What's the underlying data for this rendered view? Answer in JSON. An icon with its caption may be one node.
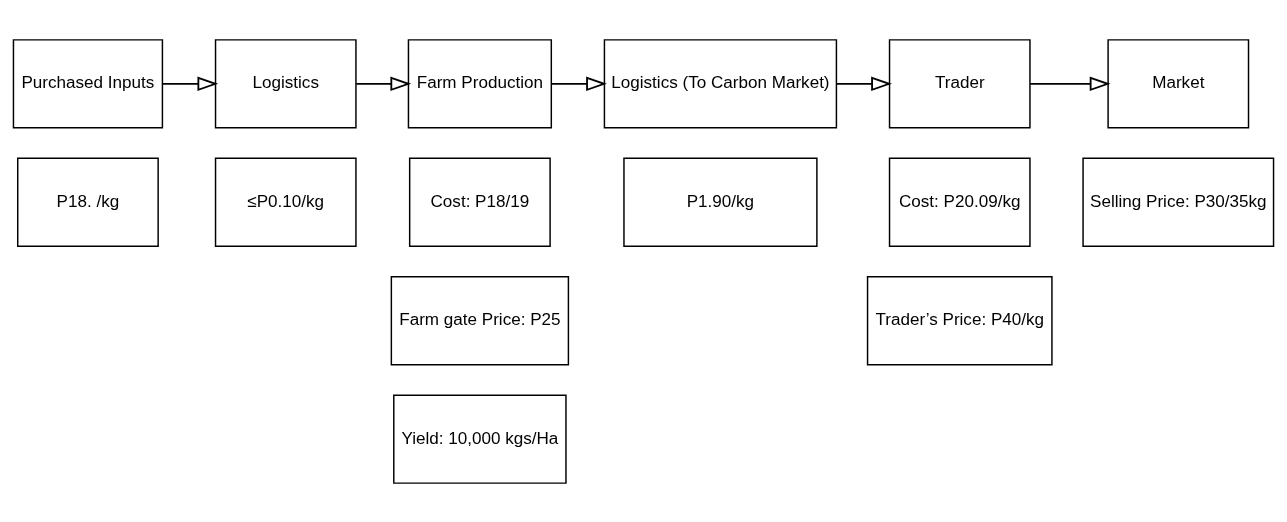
{
  "diagram": {
    "nodes": [
      {
        "text": [
          "Purchased Inputs"
        ]
      },
      {
        "text": [
          "Logistics"
        ]
      },
      {
        "text": [
          "Farm Production"
        ]
      },
      {
        "text": [
          "Logistics (To Carbon Market)"
        ]
      },
      {
        "text": [
          "Trader"
        ]
      },
      {
        "text": [
          "Market"
        ]
      },
      {
        "text": [
          "P18. /kg"
        ]
      },
      {
        "text": [
          "≤P0.10/kg"
        ]
      },
      {
        "text": [
          "Cost: P18/19"
        ]
      },
      {
        "text": [
          "P1.90/kg"
        ]
      },
      {
        "text": [
          "Cost: P20.09/kg"
        ]
      },
      {
        "text": [
          "Selling Price: P30/35kg"
        ]
      },
      {
        "text": [
          "Farm gate Price: P25"
        ]
      },
      {
        "text": [
          "Trader’s Price: P40/kg"
        ]
      },
      {
        "text": [
          "Yield: 10,000 kgs/Ha"
        ]
      }
    ],
    "edges": [
      {
        "from": 0,
        "to": 1,
        "arrow": "to"
      },
      {
        "from": 1,
        "to": 2,
        "arrow": "to"
      },
      {
        "from": 2,
        "to": 3,
        "arrow": "to"
      },
      {
        "from": 3,
        "to": 4,
        "arrow": "to"
      },
      {
        "from": 4,
        "to": 5,
        "arrow": "to"
      }
    ]
  }
}
